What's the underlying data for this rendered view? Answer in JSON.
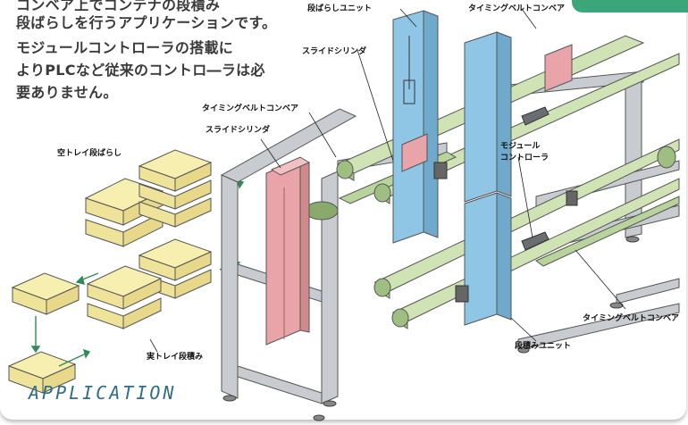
{
  "description": {
    "line1": "コンベア上でコンテナの段積み",
    "line2": "段ばらしを行うアプリケーションです。",
    "line3": "モジュールコントローラの搭載に",
    "line4": "よりPLCなど従来のコントロ―ラは必",
    "line5": "要ありません。"
  },
  "labels": {
    "unstacking_unit": "段ばらしユニット",
    "timing_belt_top": "タイミングベルトコンベア",
    "slide_cylinder_top": "スライドシリンダ",
    "timing_belt_left": "タイミングベルトコンベア",
    "slide_cylinder_left": "スライドシリンダ",
    "empty_tray_unstack": "空トレイ段ばらし",
    "module_controller": "モジュール\nコントローラ",
    "loaded_tray_stack": "実トレイ段積み",
    "timing_belt_right": "タイミングベルトコンベア",
    "stacking_unit": "段積みユニット"
  },
  "footer": {
    "title": "APPLICATION"
  },
  "colors": {
    "frame": "#c8ccd0",
    "column": "#8fc6e6",
    "cylinder": "#e8a4a8",
    "belt": "#cfe3b4",
    "tray": "#f6efb0",
    "accent": "#3ba67a",
    "footer_text": "#2f6e86"
  }
}
